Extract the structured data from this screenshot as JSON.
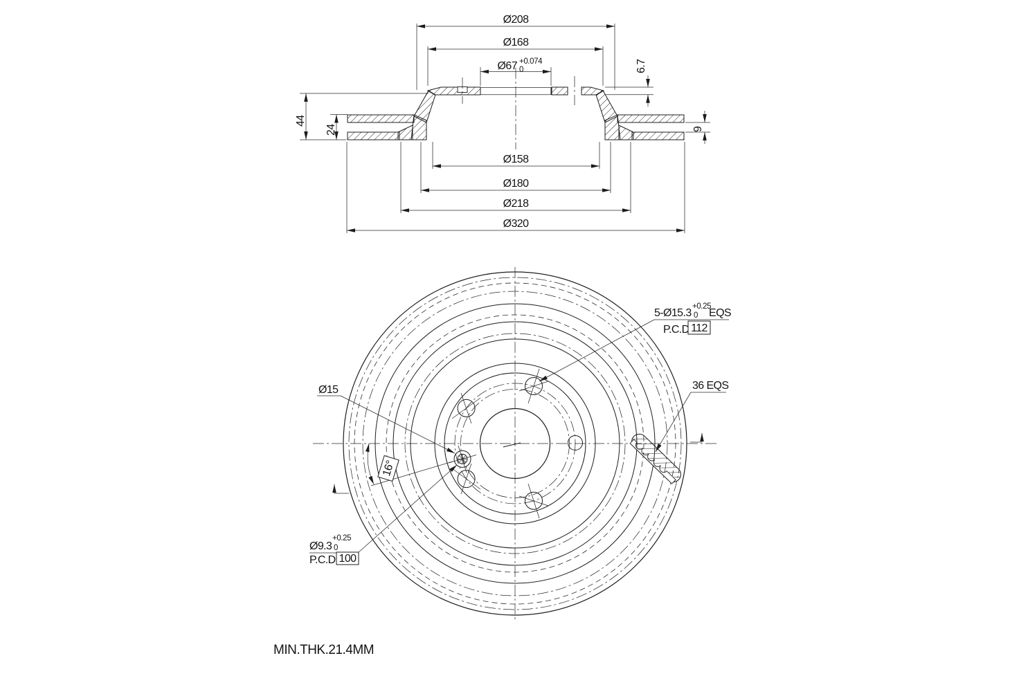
{
  "section_view": {
    "dia_208": "Ø208",
    "dia_168": "Ø168",
    "dia_67": "Ø67",
    "dia_67_tol_upper": "+0.074",
    "dia_67_tol_lower": "0",
    "hat_thickness": "6.7",
    "overall_height": "44",
    "disc_thickness": "24",
    "vane_gap": "9",
    "dia_158": "Ø158",
    "dia_180": "Ø180",
    "dia_218": "Ø218",
    "dia_320": "Ø320"
  },
  "front_view": {
    "bolt_hole_callout": "5-Ø15.3",
    "bolt_hole_tol_upper": "+0.25",
    "bolt_hole_tol_lower": "0",
    "bolt_hole_suffix": "EQS",
    "bolt_pcd_label": "P.C.D",
    "bolt_pcd_value": "112",
    "vane_callout": "36 EQS",
    "spot_face_dia": "Ø15",
    "screw_hole_dia": "Ø9.3",
    "screw_hole_tol_upper": "+0.25",
    "screw_hole_tol_lower": "0",
    "screw_pcd_label": "P.C.D",
    "screw_pcd_value": "100",
    "angle_dim": "16°"
  },
  "footer": {
    "note": "MIN.THK.21.4MM"
  }
}
